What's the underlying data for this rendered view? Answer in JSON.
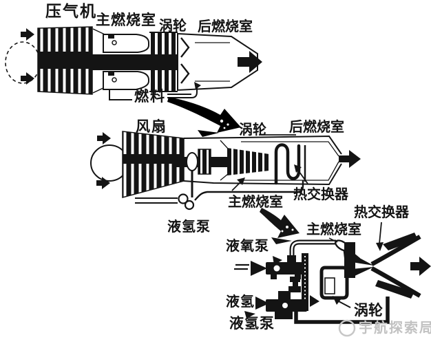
{
  "meta": {
    "background": "#ffffff",
    "ink_color": "#141414",
    "watermark_color": "#c2c2c2"
  },
  "engines": {
    "turbojet": {
      "title": "turbojet engine (top)",
      "labels": {
        "compressor": "压气机",
        "main_combustor": "主燃烧室",
        "turbine": "涡轮",
        "afterburner": "后燃烧室",
        "fuel": "燃料"
      }
    },
    "turbofan": {
      "title": "turbofan engine with heat exchanger (middle)",
      "labels": {
        "fan": "风扇",
        "turbine": "涡轮",
        "afterburner": "后燃烧室",
        "heat_exchanger": "热交换器",
        "main_combustor": "主燃烧室",
        "lh2_pump": "液氢泵"
      }
    },
    "rocket": {
      "title": "liquid rocket engine (bottom)",
      "labels": {
        "heat_exchanger": "热交换器",
        "main_combustor": "主燃烧室",
        "lox_pump": "液氧泵",
        "lh2": "液氢",
        "lh2_pump": "液氢泵",
        "turbine": "涡轮"
      }
    }
  },
  "icons": {
    "flow_arrows": "chunky black right-pointing flow arrows",
    "transition_arrows": "thick curved swoosh arrows linking the three engines"
  },
  "watermark": {
    "text": "宇航探索局"
  }
}
